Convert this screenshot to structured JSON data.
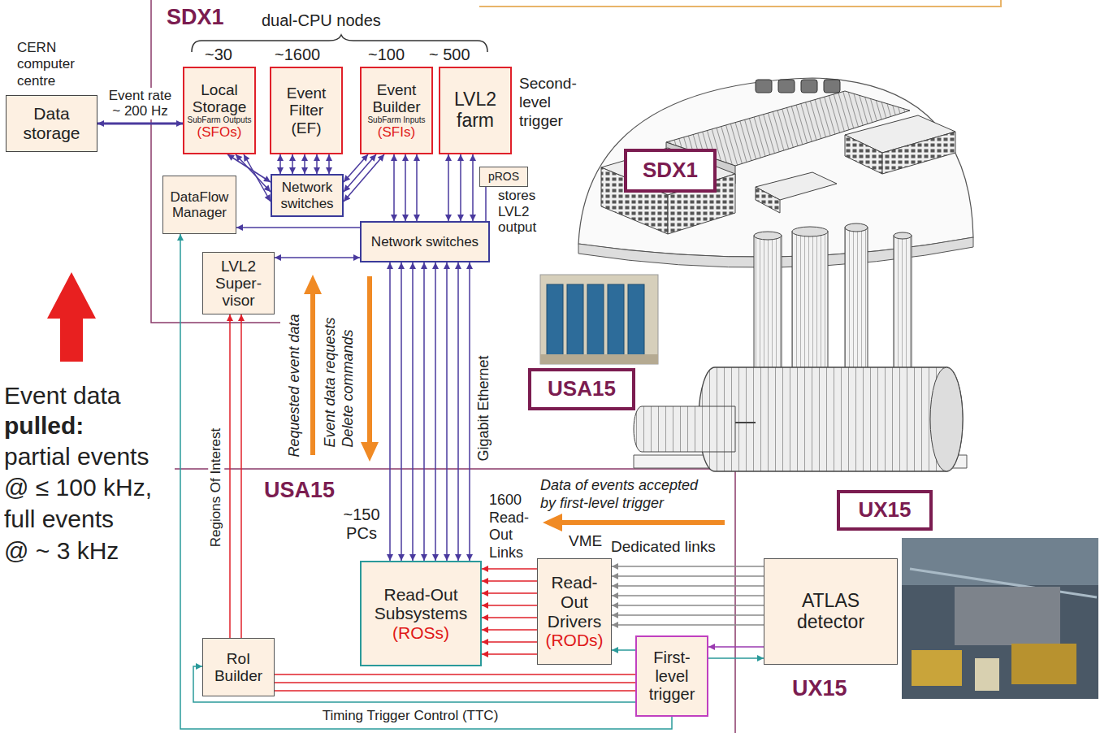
{
  "diagram": {
    "nodes": [
      {
        "text": [
          "CERN computer centre",
          "Data storage"
        ]
      },
      {
        "text": [
          "Local Storage",
          "SubFarm Outputs",
          "(SFOs)"
        ]
      },
      {
        "text": [
          "Event Filter (EF)"
        ]
      },
      {
        "text": [
          "Event Builder",
          "SubFarm Inputs",
          "(SFIs)"
        ]
      },
      {
        "text": [
          "LVL2 farm",
          "Second-level trigger"
        ]
      },
      {
        "text": [
          "Network switches"
        ]
      },
      {
        "text": [
          "DataFlow Manager"
        ]
      },
      {
        "text": [
          "pROS",
          "stores LVL2 output"
        ]
      },
      {
        "text": [
          "Network switches"
        ]
      },
      {
        "text": [
          "LVL2 Super- visor"
        ]
      },
      {
        "text": [
          "Read-Out Subsystems",
          "(ROSs)"
        ]
      },
      {
        "text": [
          "Read-Out Drivers",
          "(RODs)"
        ]
      },
      {
        "text": [
          "ATLAS detector"
        ]
      },
      {
        "text": [
          "RoI Builder"
        ]
      },
      {
        "text": [
          "First-level trigger"
        ]
      },
      {
        "text": [
          "SDX1"
        ]
      },
      {
        "text": [
          "USA15"
        ]
      },
      {
        "text": [
          "UX15"
        ]
      }
    ],
    "edges": [
      {
        "from": 0,
        "to": 1,
        "arrow": "both",
        "label": "Event rate ~ 200 Hz"
      },
      {
        "from": 5,
        "to": 1,
        "arrow": "both"
      },
      {
        "from": 5,
        "to": 2,
        "arrow": "both"
      },
      {
        "from": 5,
        "to": 3,
        "arrow": "both"
      },
      {
        "from": 8,
        "to": 3,
        "arrow": "both"
      },
      {
        "from": 8,
        "to": 4,
        "arrow": "both"
      },
      {
        "from": 7,
        "to": 8,
        "arrow": "none"
      },
      {
        "from": 8,
        "to": 6,
        "arrow": "to"
      },
      {
        "from": 9,
        "to": 8,
        "arrow": "both"
      },
      {
        "from": 8,
        "to": 10,
        "arrow": "both"
      },
      {
        "from": 11,
        "to": 10,
        "arrow": "to"
      },
      {
        "from": 12,
        "to": 11,
        "arrow": "to"
      },
      {
        "from": 12,
        "to": 14,
        "arrow": "both"
      },
      {
        "from": 14,
        "to": 11,
        "arrow": "to"
      },
      {
        "from": 14,
        "to": 13,
        "arrow": "none"
      },
      {
        "from": 13,
        "to": 9,
        "arrow": "to"
      },
      {
        "from": 14,
        "to": 13,
        "arrow": "to"
      },
      {
        "from": 14,
        "to": 6,
        "arrow": "to",
        "label": "Timing Trigger Control (TTC)"
      }
    ],
    "labels": [
      "SDX1",
      "dual-CPU nodes",
      "~30",
      "~1600",
      "~100",
      "~ 500",
      "Event data",
      "pulled:",
      "partial events",
      "@ ≤ 100 kHz,",
      "full events",
      "@ ~ 3 kHz",
      "Regions Of Interest",
      "Requested event data",
      "Event data requests Delete commands",
      "Gigabit Ethernet",
      "USA15",
      "~150 PCs",
      "1600 Read-Out Links",
      "VME",
      "Data of events accepted by first-level trigger",
      "Dedicated links",
      "UX15"
    ]
  }
}
